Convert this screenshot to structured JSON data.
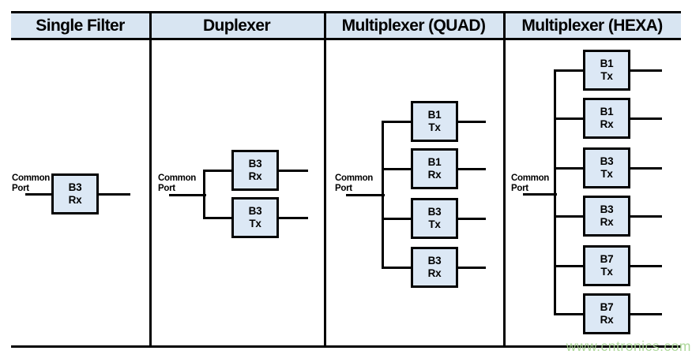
{
  "watermark": "www.cntronics.com",
  "labels": {
    "common_port_line1": "Common",
    "common_port_line2": "Port"
  },
  "colors": {
    "header_bg": "#d8e5f2",
    "box_bg": "#dce8f5",
    "line": "#000000",
    "watermark": "#a5d490"
  },
  "columns": [
    {
      "header": "Single Filter",
      "common_port": "Common Port",
      "filters": [
        {
          "band": "B3",
          "path": "Rx"
        }
      ]
    },
    {
      "header": "Duplexer",
      "common_port": "Common Port",
      "filters": [
        {
          "band": "B3",
          "path": "Rx"
        },
        {
          "band": "B3",
          "path": "Tx"
        }
      ]
    },
    {
      "header": "Multiplexer (QUAD)",
      "common_port": "Common Port",
      "filters": [
        {
          "band": "B1",
          "path": "Tx"
        },
        {
          "band": "B1",
          "path": "Rx"
        },
        {
          "band": "B3",
          "path": "Tx"
        },
        {
          "band": "B3",
          "path": "Rx"
        }
      ]
    },
    {
      "header": "Multiplexer (HEXA)",
      "common_port": "Common Port",
      "filters": [
        {
          "band": "B1",
          "path": "Tx"
        },
        {
          "band": "B1",
          "path": "Rx"
        },
        {
          "band": "B3",
          "path": "Tx"
        },
        {
          "band": "B3",
          "path": "Rx"
        },
        {
          "band": "B7",
          "path": "Tx"
        },
        {
          "band": "B7",
          "path": "Rx"
        }
      ]
    }
  ]
}
